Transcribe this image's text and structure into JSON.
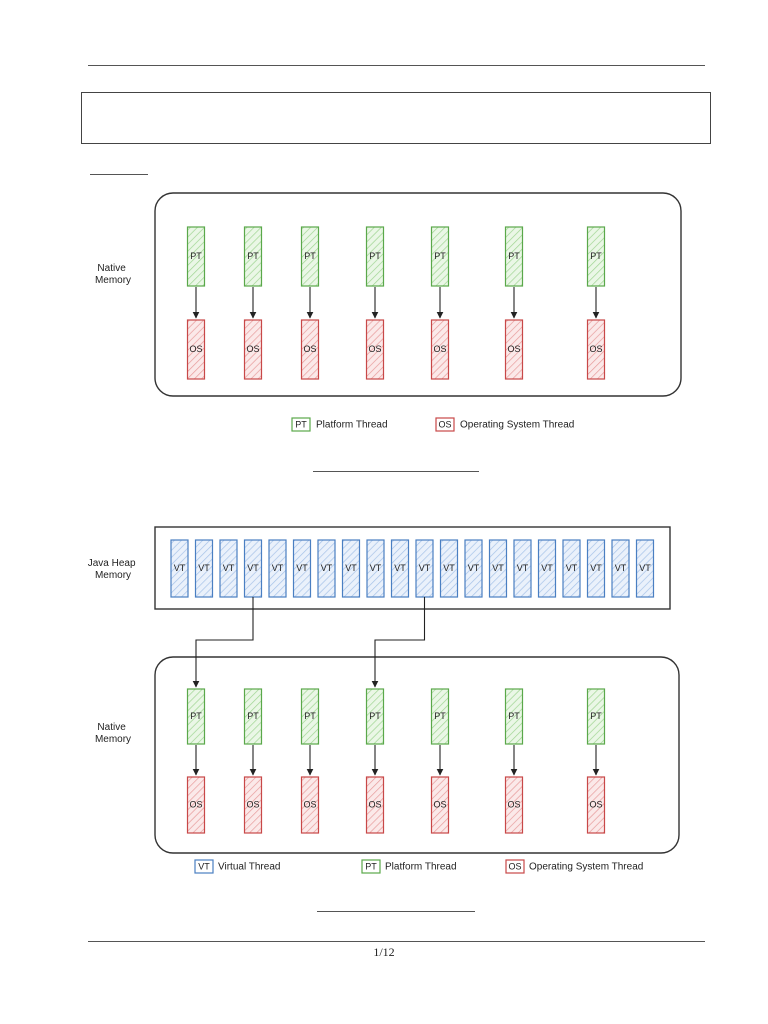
{
  "page": {
    "page_number": "1/12"
  },
  "diagram1": {
    "region_label": "Native\nMemory",
    "platform_thread_label": "PT",
    "os_thread_label": "OS",
    "pairs": 7,
    "legend": [
      {
        "tag": "PT",
        "text": "Platform Thread",
        "color": "green"
      },
      {
        "tag": "OS",
        "text": "Operating System Thread",
        "color": "red"
      }
    ]
  },
  "diagram2": {
    "heap_label": "Java Heap\nMemory",
    "virtual_thread_label": "VT",
    "virtual_threads": 20,
    "mounted_virtual_threads": [
      4,
      11
    ],
    "mounted_platform_threads": [
      1,
      4
    ],
    "region_label": "Native\nMemory",
    "platform_thread_label": "PT",
    "os_thread_label": "OS",
    "pairs": 7,
    "legend": [
      {
        "tag": "VT",
        "text": "Virtual Thread",
        "color": "blue"
      },
      {
        "tag": "PT",
        "text": "Platform Thread",
        "color": "green"
      },
      {
        "tag": "OS",
        "text": "Operating System Thread",
        "color": "red"
      }
    ]
  },
  "colors": {
    "pt_stroke": "#5aa84a",
    "pt_fill": "#d6f0cf",
    "os_stroke": "#c84848",
    "os_fill": "#f7d2d2",
    "vt_stroke": "#4a7fc2",
    "vt_fill": "#d3e2f6",
    "frame": "#333333"
  }
}
